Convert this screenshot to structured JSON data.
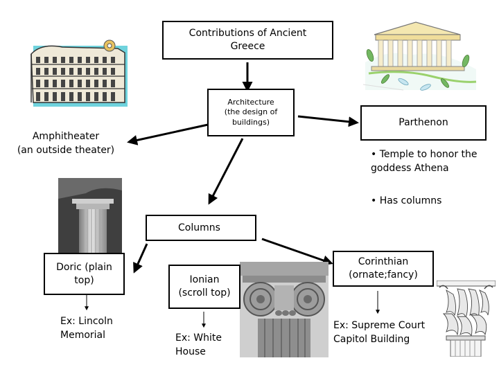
{
  "diagram": {
    "title": "Contributions of Ancient\nGreece",
    "architecture": "Architecture\n(the design of\nbuildings)",
    "amphitheater": "Amphitheater\n(an outside theater)",
    "parthenon": "Parthenon",
    "parthenon_fact_1": "• Temple to honor the\ngoddess Athena",
    "parthenon_fact_2": "• Has columns",
    "columns": "Columns",
    "doric": "Doric (plain\ntop)",
    "doric_example": "Ex: Lincoln\nMemorial",
    "ionian": "Ionian\n(scroll top)",
    "ionian_example": "Ex: White\nHouse",
    "corinthian": "Corinthian\n(ornate;fancy)",
    "corinthian_example": "Ex: Supreme Court\nCapitol Building"
  },
  "images": {
    "colosseum": "colosseum-illustration",
    "parthenon": "parthenon-illustration",
    "doric_column": "doric-column-photo",
    "ionic_capital": "ionic-capital-photo",
    "corinthian_capital": "corinthian-capital-drawing"
  }
}
